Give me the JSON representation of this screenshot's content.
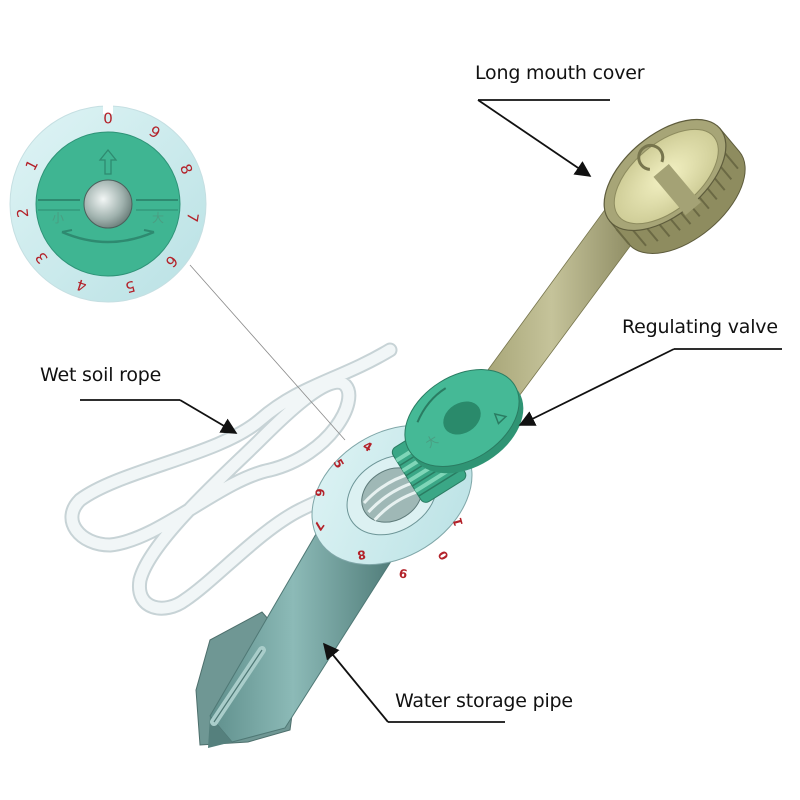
{
  "diagram": {
    "title": "Exploded view of irrigation device",
    "labels": {
      "cover": "Long mouth cover",
      "valve": "Regulating valve",
      "rope": "Wet soil rope",
      "pipe": "Water storage pipe"
    },
    "dial": {
      "numbers": [
        "0",
        "1",
        "2",
        "3",
        "4",
        "5",
        "6",
        "7",
        "8",
        "9"
      ],
      "left_char": "小",
      "right_char": "大"
    },
    "colors": {
      "cover": "#b7b58a",
      "valve": "#3fb592",
      "dial_ring": "#cdeef0",
      "dial_numbers": "#b3222a",
      "pipe": "#7aa8a6",
      "rope": "#eef4f6",
      "leader_line": "#111111"
    }
  }
}
